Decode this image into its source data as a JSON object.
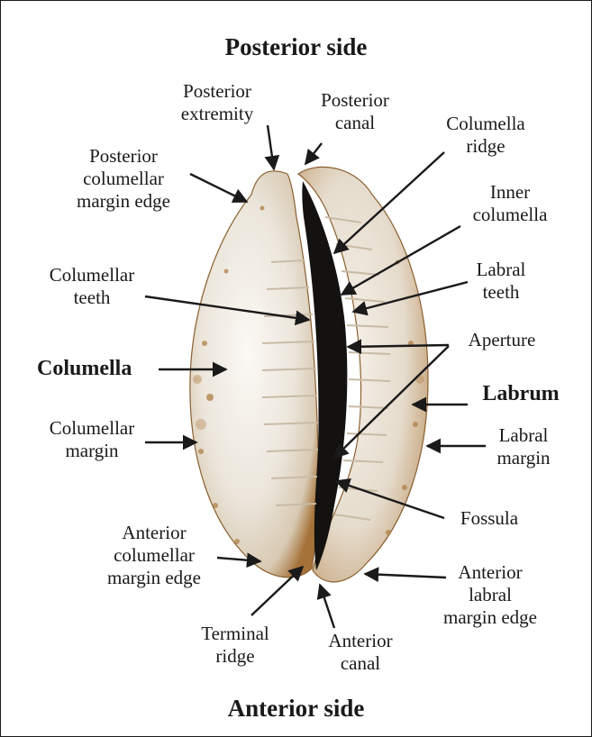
{
  "headings": {
    "top": "Posterior side",
    "bottom": "Anterior side"
  },
  "labels": {
    "posterior_extremity": "Posterior\nextremity",
    "posterior_canal": "Posterior\ncanal",
    "posterior_columellar_margin_edge": "Posterior\ncolumellar\nmargin edge",
    "columella_ridge": "Columella\nridge",
    "inner_columella": "Inner\ncolumella",
    "columellar_teeth": "Columellar\nteeth",
    "labral_teeth": "Labral\nteeth",
    "aperture": "Aperture",
    "columella": "Columella",
    "labrum": "Labrum",
    "columellar_margin": "Columellar\nmargin",
    "labral_margin": "Labral\nmargin",
    "fossula": "Fossula",
    "anterior_columellar_margin_edge": "Anterior\ncolumellar\nmargin edge",
    "anterior_labral_margin_edge": "Anterior\nlabral\nmargin edge",
    "terminal_ridge": "Terminal\nridge",
    "anterior_canal": "Anterior\ncanal"
  },
  "colors": {
    "shell_body": "#ece6dc",
    "shell_highlight": "#fbf9f5",
    "shell_brown": "#a5733a",
    "aperture": "#141210",
    "line": "#1a1a1a"
  }
}
